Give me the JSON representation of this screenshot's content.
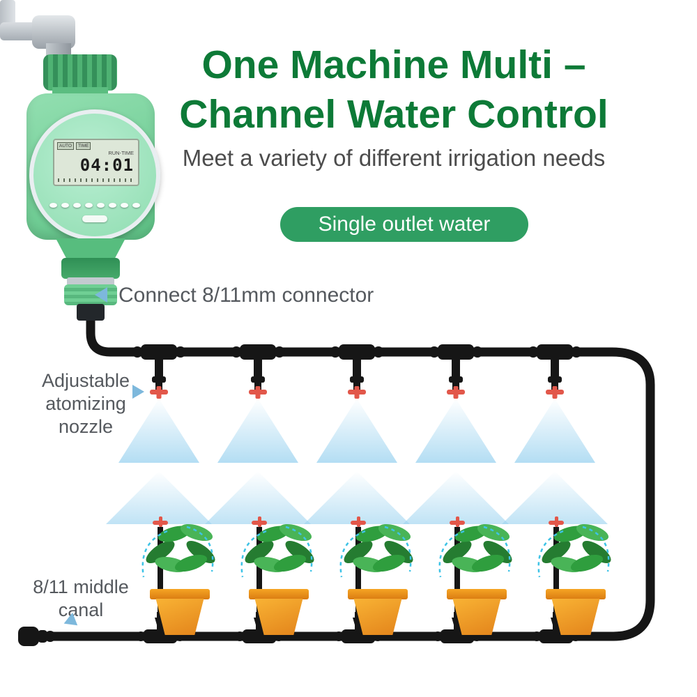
{
  "colors": {
    "title_green": "#0d7a37",
    "subtitle_gray": "#4c4c4c",
    "badge_green": "#2f9e62",
    "label_gray": "#55595e",
    "arrow_blue": "#7db8dc",
    "mist_blue": "#9ed4f0",
    "tube_black": "#161616",
    "nozzle_red": "#e2574a",
    "pot_orange": "#f2a227",
    "plant_green": "#2f9e3e",
    "timer_green": "#7fd6a4",
    "water_blue": "#3ec3e6"
  },
  "title": {
    "line1": "One Machine Multi –",
    "line2": "Channel Water Control"
  },
  "subtitle": "Meet a variety of different irrigation needs",
  "badge": {
    "label": "Single outlet water"
  },
  "annotations": {
    "connector_label": "Connect 8/11mm connector",
    "nozzle_label_line1": "Adjustable",
    "nozzle_label_line2": "atomizing",
    "nozzle_label_line3": "nozzle",
    "canal_label_line1": "8/11 middle",
    "canal_label_line2": "canal"
  },
  "timer_display": {
    "mode_auto": "AUTO",
    "mode_time": "TIME",
    "runtime_label": "RUN-TIME",
    "time_value": "04:01"
  }
}
